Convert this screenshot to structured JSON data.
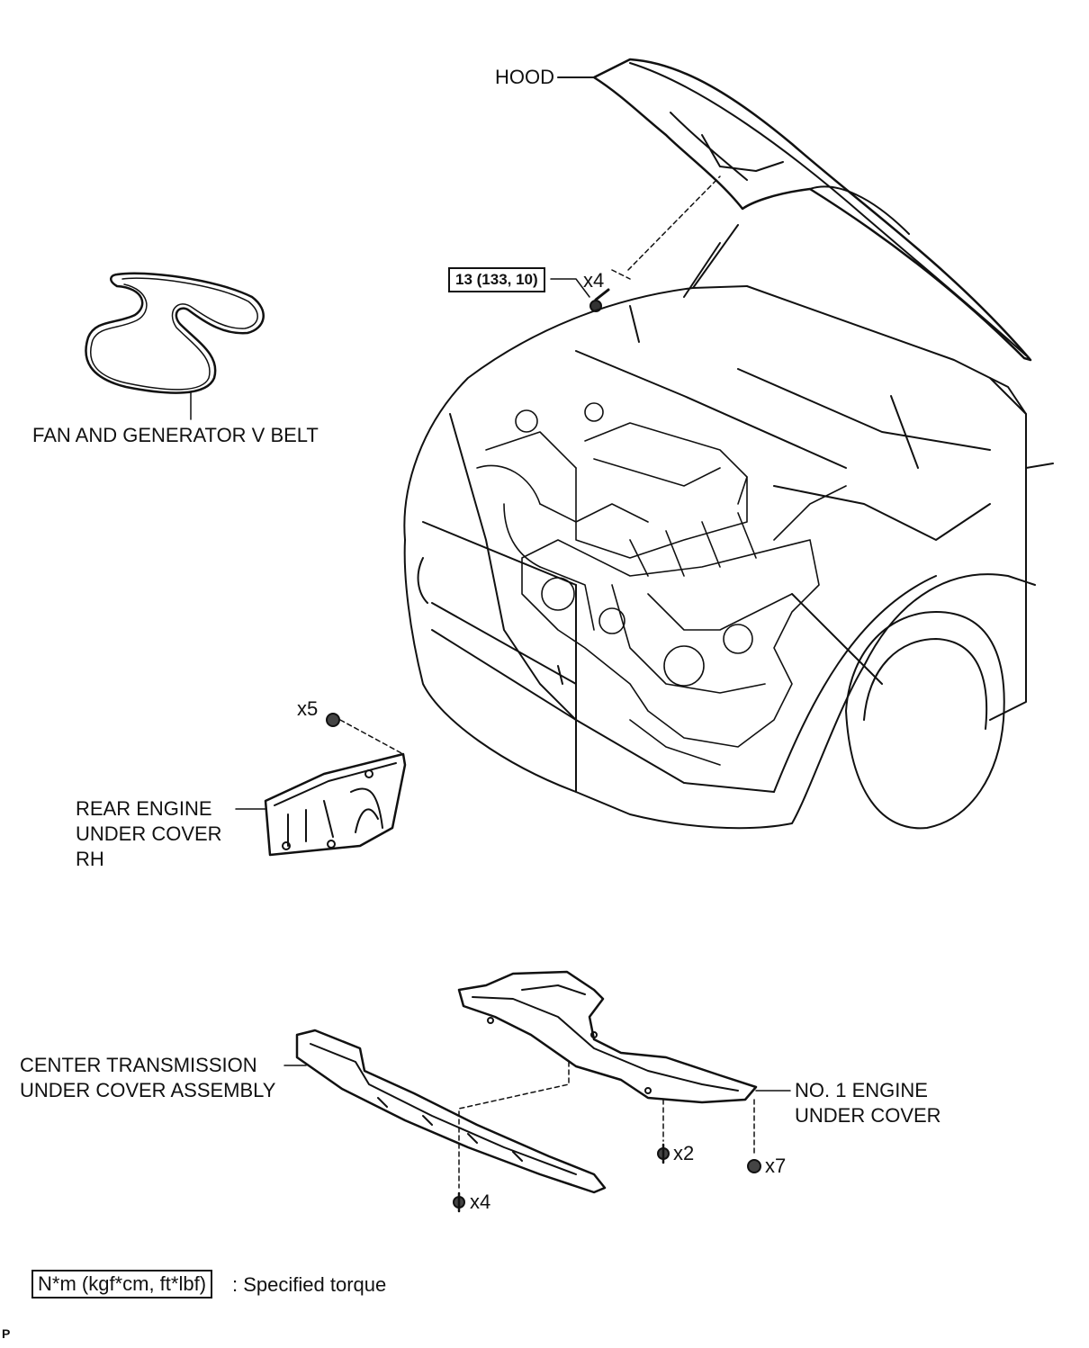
{
  "labels": {
    "hood": "HOOD",
    "belt": "FAN AND GENERATOR V BELT",
    "rear_cover": [
      "REAR ENGINE",
      "UNDER COVER",
      "RH"
    ],
    "center_cover": [
      "CENTER TRANSMISSION",
      "UNDER COVER ASSEMBLY"
    ],
    "engine_cover": [
      "NO. 1 ENGINE",
      "UNDER COVER"
    ]
  },
  "fasteners": {
    "hood_bolts": {
      "torque": "13 (133, 10)",
      "qty": "x4"
    },
    "rear_clips": {
      "qty": "x5"
    },
    "engine_bolts": {
      "qty": "x2"
    },
    "engine_clips": {
      "qty": "x7"
    },
    "center_bolts": {
      "qty": "x4"
    }
  },
  "legend": {
    "unit_box": "N*m (kgf*cm, ft*lbf)",
    "text": ": Specified torque"
  },
  "footer_mark": "P"
}
